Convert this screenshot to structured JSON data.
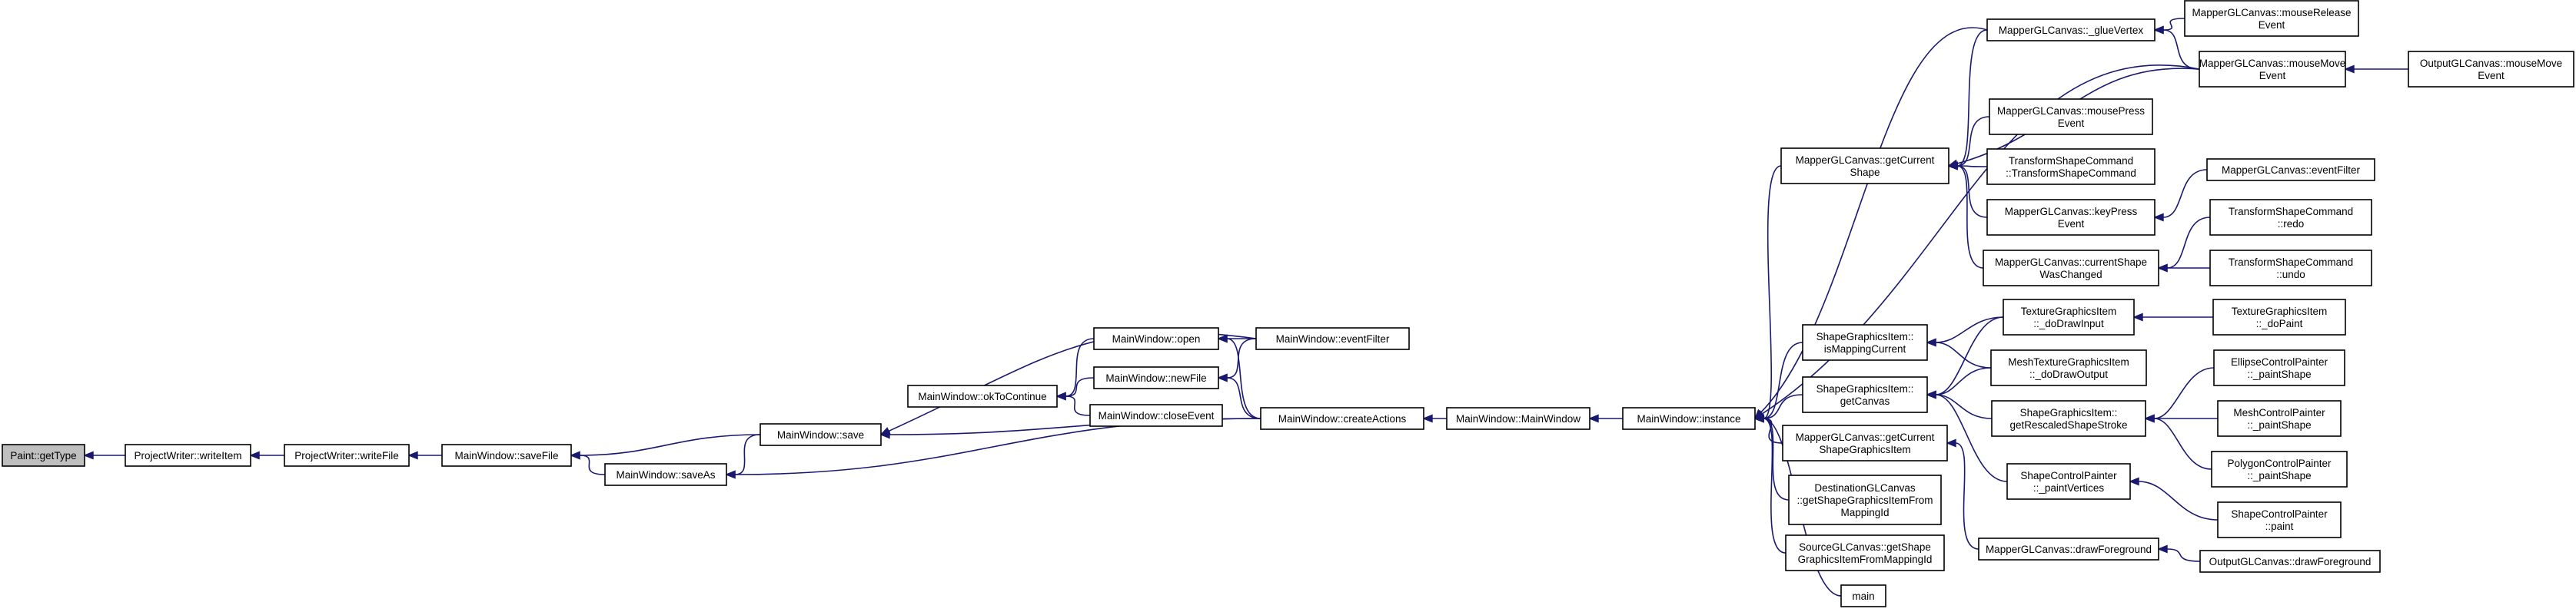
{
  "nodes": [
    {
      "id": "n0",
      "lines": [
        "Paint::getType"
      ],
      "root": true
    },
    {
      "id": "n1",
      "lines": [
        "ProjectWriter::writeItem"
      ]
    },
    {
      "id": "n2",
      "lines": [
        "ProjectWriter::writeFile"
      ]
    },
    {
      "id": "n3",
      "lines": [
        "MainWindow::saveFile"
      ]
    },
    {
      "id": "n4",
      "lines": [
        "MainWindow::save"
      ]
    },
    {
      "id": "n5",
      "lines": [
        "MainWindow::saveAs"
      ]
    },
    {
      "id": "n6",
      "lines": [
        "MainWindow::okToContinue"
      ]
    },
    {
      "id": "n7",
      "lines": [
        "MainWindow::createActions"
      ]
    },
    {
      "id": "n8",
      "lines": [
        "MainWindow::open"
      ]
    },
    {
      "id": "n9",
      "lines": [
        "MainWindow::newFile"
      ]
    },
    {
      "id": "n10",
      "lines": [
        "MainWindow::closeEvent"
      ]
    },
    {
      "id": "n11",
      "lines": [
        "MainWindow::eventFilter"
      ]
    },
    {
      "id": "n12",
      "lines": [
        "MainWindow::MainWindow"
      ]
    },
    {
      "id": "n13",
      "lines": [
        "MainWindow::instance"
      ]
    },
    {
      "id": "n14",
      "lines": [
        "MapperGLCanvas::getCurrent",
        "Shape"
      ]
    },
    {
      "id": "n15",
      "lines": [
        "ShapeGraphicsItem::",
        "isMappingCurrent"
      ]
    },
    {
      "id": "n16",
      "lines": [
        "ShapeGraphicsItem::",
        "getCanvas"
      ]
    },
    {
      "id": "n17",
      "lines": [
        "MapperGLCanvas::getCurrent",
        "ShapeGraphicsItem"
      ]
    },
    {
      "id": "n18",
      "lines": [
        "DestinationGLCanvas",
        "::getShapeGraphicsItemFrom",
        "MappingId"
      ]
    },
    {
      "id": "n19",
      "lines": [
        "SourceGLCanvas::getShape",
        "GraphicsItemFromMappingId"
      ]
    },
    {
      "id": "n20",
      "lines": [
        "main"
      ]
    },
    {
      "id": "n21",
      "lines": [
        "MapperGLCanvas::_glueVertex"
      ]
    },
    {
      "id": "n22",
      "lines": [
        "MapperGLCanvas::mousePress",
        "Event"
      ]
    },
    {
      "id": "n23",
      "lines": [
        "TransformShapeCommand",
        "::TransformShapeCommand"
      ]
    },
    {
      "id": "n24",
      "lines": [
        "MapperGLCanvas::keyPress",
        "Event"
      ]
    },
    {
      "id": "n25",
      "lines": [
        "MapperGLCanvas::currentShape",
        "WasChanged"
      ]
    },
    {
      "id": "n26",
      "lines": [
        "MapperGLCanvas::mouseRelease",
        "Event"
      ]
    },
    {
      "id": "n27",
      "lines": [
        "MapperGLCanvas::mouseMove",
        "Event"
      ]
    },
    {
      "id": "n28",
      "lines": [
        "OutputGLCanvas::mouseMove",
        "Event"
      ]
    },
    {
      "id": "n29",
      "lines": [
        "MapperGLCanvas::eventFilter"
      ]
    },
    {
      "id": "n30",
      "lines": [
        "TransformShapeCommand",
        "::redo"
      ]
    },
    {
      "id": "n31",
      "lines": [
        "TransformShapeCommand",
        "::undo"
      ]
    },
    {
      "id": "n32",
      "lines": [
        "TextureGraphicsItem",
        "::_doDrawInput"
      ]
    },
    {
      "id": "n33",
      "lines": [
        "MeshTextureGraphicsItem",
        "::_doDrawOutput"
      ]
    },
    {
      "id": "n34",
      "lines": [
        "ShapeGraphicsItem::",
        "getRescaledShapeStroke"
      ]
    },
    {
      "id": "n35",
      "lines": [
        "ShapeControlPainter",
        "::_paintVertices"
      ]
    },
    {
      "id": "n36",
      "lines": [
        "MapperGLCanvas::drawForeground"
      ]
    },
    {
      "id": "n37",
      "lines": [
        "TextureGraphicsItem",
        "::_doPaint"
      ]
    },
    {
      "id": "n38",
      "lines": [
        "EllipseControlPainter",
        "::_paintShape"
      ]
    },
    {
      "id": "n39",
      "lines": [
        "MeshControlPainter",
        "::_paintShape"
      ]
    },
    {
      "id": "n40",
      "lines": [
        "PolygonControlPainter",
        "::_paintShape"
      ]
    },
    {
      "id": "n41",
      "lines": [
        "ShapeControlPainter",
        "::paint"
      ]
    },
    {
      "id": "n42",
      "lines": [
        "OutputGLCanvas::drawForeground"
      ]
    }
  ],
  "edges": [
    [
      "n0",
      "n1"
    ],
    [
      "n1",
      "n2"
    ],
    [
      "n2",
      "n3"
    ],
    [
      "n3",
      "n4"
    ],
    [
      "n3",
      "n5"
    ],
    [
      "n4",
      "n7"
    ],
    [
      "n4",
      "n11"
    ],
    [
      "n5",
      "n4"
    ],
    [
      "n5",
      "n7"
    ],
    [
      "n6",
      "n8"
    ],
    [
      "n6",
      "n9"
    ],
    [
      "n6",
      "n10"
    ],
    [
      "n8",
      "n7"
    ],
    [
      "n8",
      "n11"
    ],
    [
      "n9",
      "n7"
    ],
    [
      "n9",
      "n11"
    ],
    [
      "n7",
      "n12"
    ],
    [
      "n12",
      "n13"
    ],
    [
      "n13",
      "n14"
    ],
    [
      "n13",
      "n15"
    ],
    [
      "n13",
      "n16"
    ],
    [
      "n13",
      "n17"
    ],
    [
      "n13",
      "n18"
    ],
    [
      "n13",
      "n19"
    ],
    [
      "n13",
      "n20"
    ],
    [
      "n13",
      "n21"
    ],
    [
      "n13",
      "n27"
    ],
    [
      "n14",
      "n21"
    ],
    [
      "n14",
      "n22"
    ],
    [
      "n14",
      "n23"
    ],
    [
      "n14",
      "n24"
    ],
    [
      "n14",
      "n25"
    ],
    [
      "n14",
      "n27"
    ],
    [
      "n21",
      "n26"
    ],
    [
      "n21",
      "n27"
    ],
    [
      "n27",
      "n28"
    ],
    [
      "n24",
      "n29"
    ],
    [
      "n25",
      "n30"
    ],
    [
      "n25",
      "n31"
    ],
    [
      "n15",
      "n32"
    ],
    [
      "n15",
      "n33"
    ],
    [
      "n16",
      "n32"
    ],
    [
      "n16",
      "n33"
    ],
    [
      "n16",
      "n34"
    ],
    [
      "n16",
      "n35"
    ],
    [
      "n17",
      "n36"
    ],
    [
      "n32",
      "n37"
    ],
    [
      "n34",
      "n38"
    ],
    [
      "n34",
      "n39"
    ],
    [
      "n34",
      "n40"
    ],
    [
      "n35",
      "n41"
    ],
    [
      "n36",
      "n42"
    ]
  ]
}
